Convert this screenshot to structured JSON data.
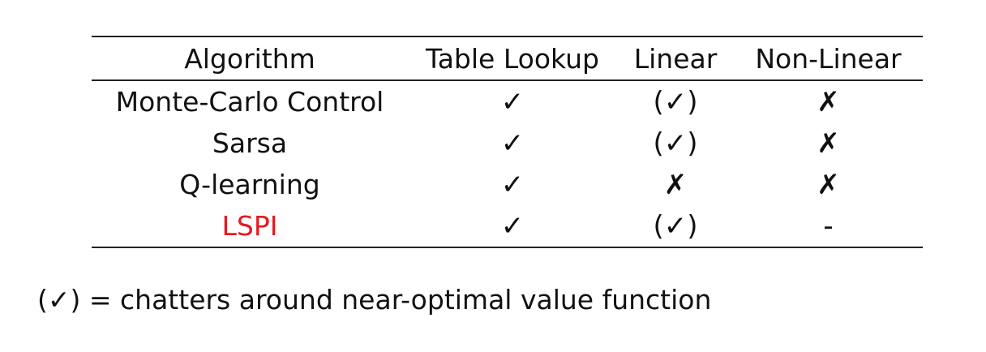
{
  "table": {
    "headers": [
      "Algorithm",
      "Table Lookup",
      "Linear",
      "Non-Linear"
    ],
    "rows": [
      {
        "algorithm": "Monte-Carlo Control",
        "table_lookup": "✓",
        "linear": "(✓)",
        "non_linear": "✗"
      },
      {
        "algorithm": "Sarsa",
        "table_lookup": "✓",
        "linear": "(✓)",
        "non_linear": "✗"
      },
      {
        "algorithm": "Q-learning",
        "table_lookup": "✓",
        "linear": "✗",
        "non_linear": "✗"
      },
      {
        "algorithm": "LSPI",
        "table_lookup": "✓",
        "linear": "(✓)",
        "non_linear": "-"
      }
    ]
  },
  "highlight_color": "#e8191f",
  "footnote": "(✓) = chatters around near-optimal value function"
}
